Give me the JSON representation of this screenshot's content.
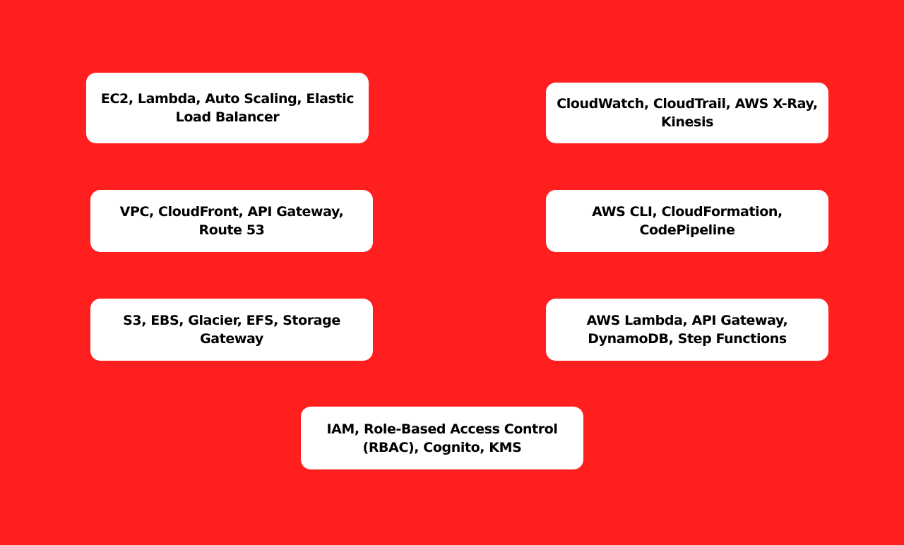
{
  "theme": {
    "background": "#ff1f1f",
    "card_background": "#ffffff",
    "text_color": "#000000"
  },
  "cards": [
    {
      "text": "EC2, Lambda, Auto Scaling, Elastic Load Balancer"
    },
    {
      "text": "CloudWatch, CloudTrail, AWS X-Ray, Kinesis"
    },
    {
      "text": "VPC, CloudFront, API Gateway, Route 53"
    },
    {
      "text": "AWS CLI, CloudFormation, CodePipeline"
    },
    {
      "text": "S3, EBS, Glacier, EFS, Storage Gateway"
    },
    {
      "text": "AWS Lambda, API Gateway, DynamoDB, Step Functions"
    },
    {
      "text": "IAM, Role-Based Access Control (RBAC), Cognito, KMS"
    }
  ]
}
